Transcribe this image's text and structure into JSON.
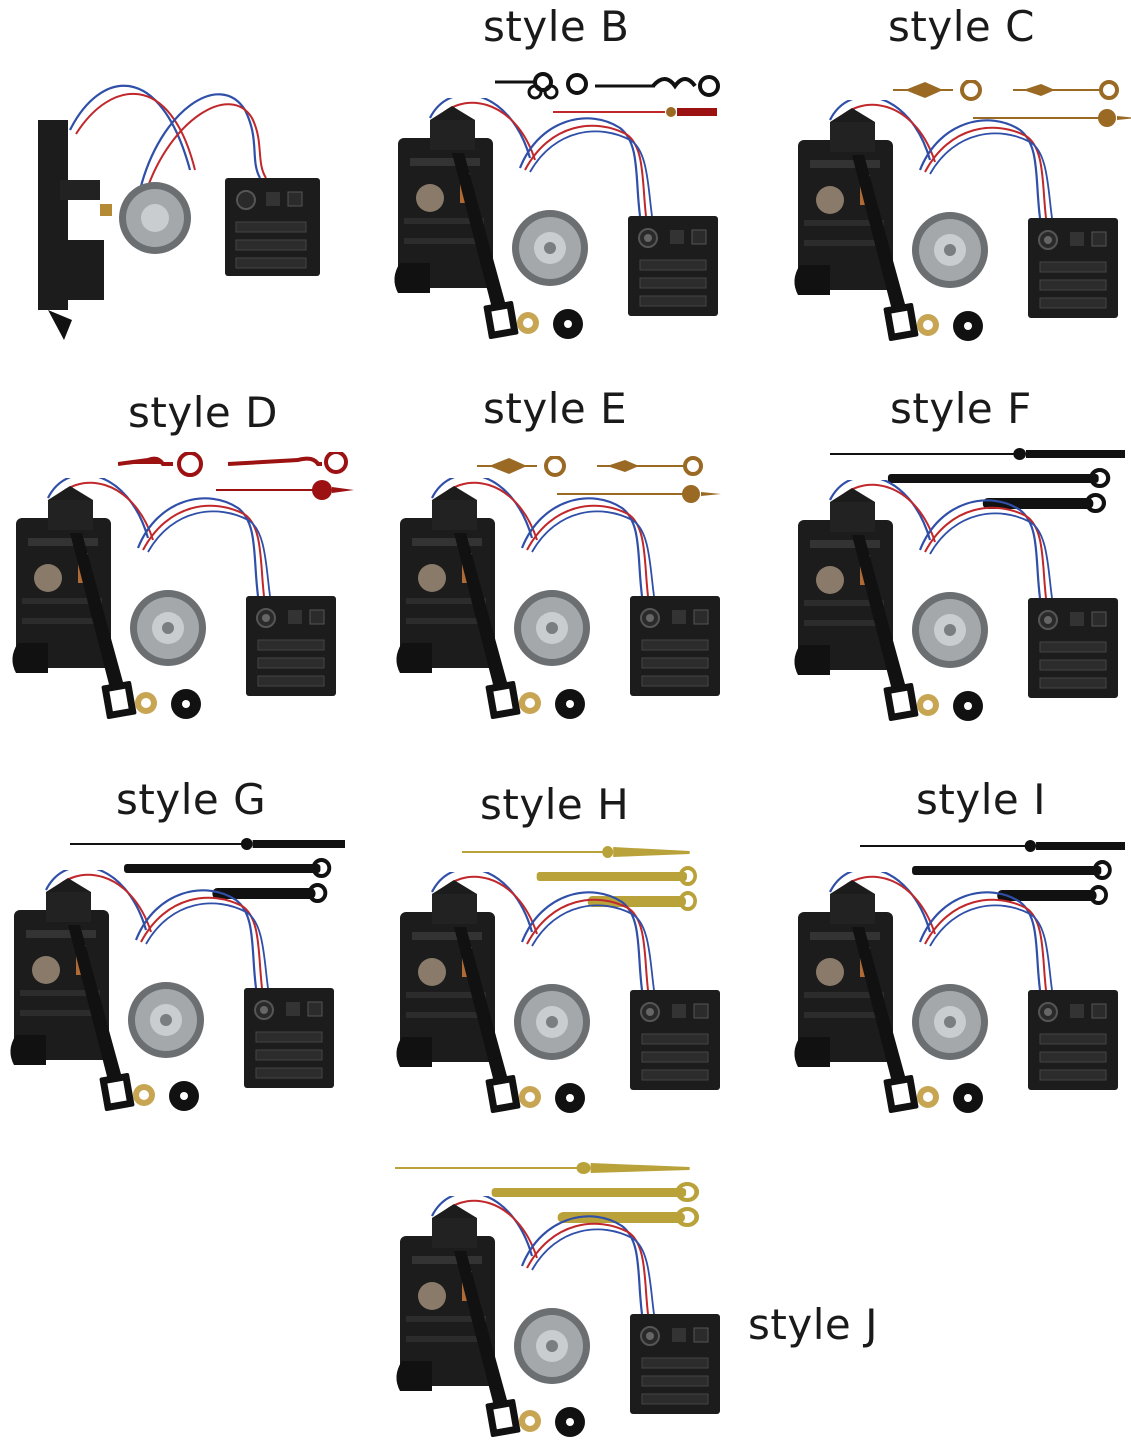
{
  "styles": {
    "b": {
      "label": "style B",
      "hands": "ornate-black"
    },
    "c": {
      "label": "style C",
      "hands": "spade-bronze"
    },
    "d": {
      "label": "style D",
      "hands": "serpentine-red"
    },
    "e": {
      "label": "style E",
      "hands": "spade-bronze"
    },
    "f": {
      "label": "style F",
      "hands": "baton-black"
    },
    "g": {
      "label": "style G",
      "hands": "baton-black"
    },
    "h": {
      "label": "style H",
      "hands": "baton-gold"
    },
    "i": {
      "label": "style I",
      "hands": "baton-black"
    },
    "j": {
      "label": "style J",
      "hands": "baton-gold"
    }
  },
  "colors": {
    "movement": "#1c1c1c",
    "speaker": "#8f9396",
    "wire_red": "#c0282b",
    "wire_blue": "#2f4fa8",
    "red_hand": "#9c1111",
    "bronze_hand": "#9a6a25",
    "gold_hand": "#b9a23a",
    "black_hand": "#111111",
    "washer_brass": "#c7a552"
  }
}
